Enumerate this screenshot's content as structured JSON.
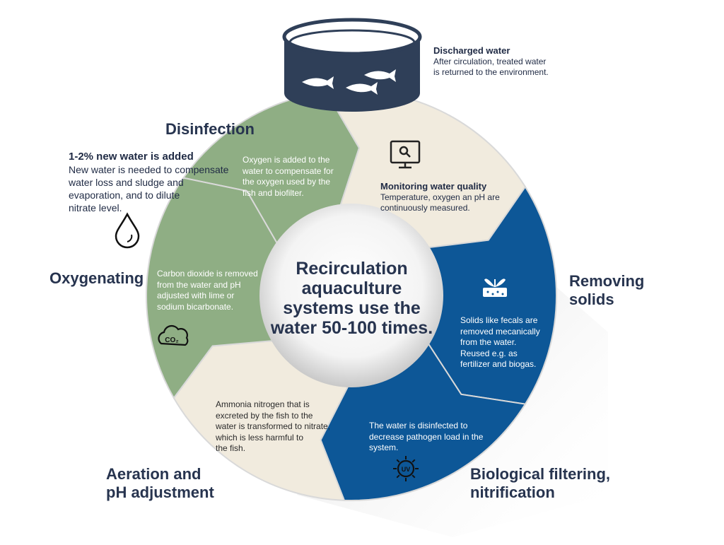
{
  "center": {
    "lines": [
      "Recirculation",
      "aquaculture",
      "systems use the",
      "water 50-100 times."
    ]
  },
  "tank": {
    "title": "Discharged water",
    "text": [
      "After circulation, treated water",
      "is returned to the environment."
    ]
  },
  "stages": {
    "disinfection": {
      "label": "Disinfection"
    },
    "removing_solids": {
      "label": [
        "Removing",
        "solids"
      ]
    },
    "biofilter": {
      "label": [
        "Biological filtering,",
        "nitrification"
      ]
    },
    "aeration": {
      "label": [
        "Aeration and",
        "pH adjustment"
      ]
    },
    "oxygenating": {
      "label": "Oxygenating"
    }
  },
  "new_water": {
    "title": "1-2% new water is added",
    "text": [
      "New water is needed to compensate",
      "water loss and sludge and",
      "evaporation, and to dilute",
      "nitrate level."
    ]
  },
  "segments": {
    "oxygen": {
      "text": [
        "Oxygen is added to the",
        "water to compensate for",
        "the oxygen used by the",
        "fish and biofilter."
      ]
    },
    "monitoring": {
      "title": "Monitoring water quality",
      "text": [
        "Temperature, oxygen an pH are",
        "continuously measured."
      ]
    },
    "solids": {
      "text": [
        "Solids like fecals are",
        "removed mecanically",
        "from the water.",
        "Reused e.g. as",
        "fertilizer and biogas."
      ]
    },
    "uv": {
      "text": [
        "The water is disinfected to",
        "decrease pathogen load in the",
        "system."
      ],
      "icon_text": "UV"
    },
    "ammonia": {
      "text": [
        "Ammonia nitrogen that is",
        "excreted by the fish to the",
        "water is transformed to nitrate,",
        "which is less harmful to",
        "the fish."
      ]
    },
    "co2": {
      "text": [
        "Carbon dioxide is removed",
        "from the water and pH",
        "adjusted with lime or",
        "sodium bicarbonate."
      ],
      "icon_text": "CO₂"
    }
  },
  "colors": {
    "green": "#8fae84",
    "cream": "#f1ebde",
    "blue": "#0d5797",
    "navy": "#2f3f58",
    "shadow": "#c9c9c9",
    "text_dark": "#27344f"
  }
}
